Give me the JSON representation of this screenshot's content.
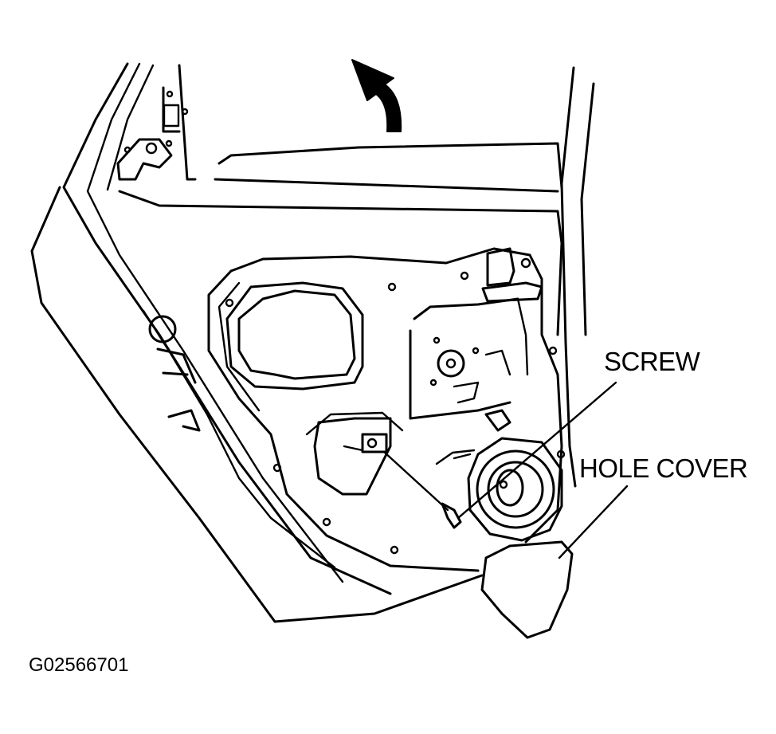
{
  "diagram": {
    "callouts": {
      "screw": "SCREW",
      "hole_cover": "HOLE COVER"
    },
    "figure_code": "G02566701",
    "icons": [
      "front-direction-arrow-icon"
    ],
    "colors": {
      "line": "#000000",
      "background": "#ffffff"
    }
  }
}
